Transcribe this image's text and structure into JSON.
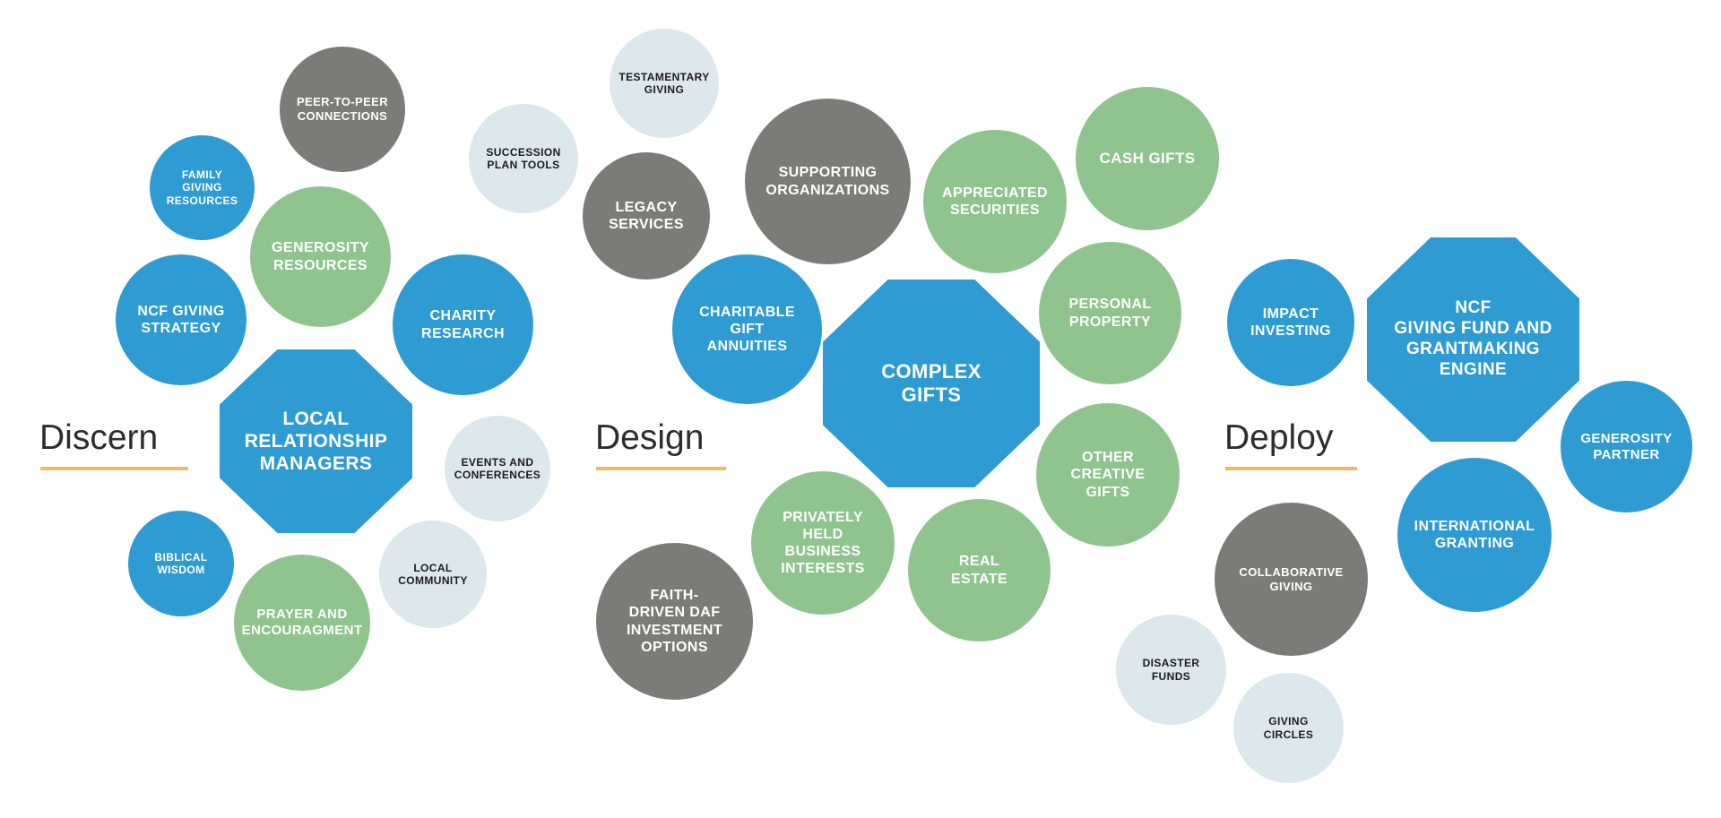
{
  "colors": {
    "blue": "#2e9bd2",
    "green": "#8fc48f",
    "gray": "#7b7c7a",
    "pale": "#dde8ec",
    "phase_underline": "#f2b86a"
  },
  "phases": {
    "discern": "Discern",
    "design": "Design",
    "deploy": "Deploy"
  },
  "discern": {
    "peer_to_peer": "PEER-TO-PEER\nCONNECTIONS",
    "family_giving": "FAMILY\nGIVING\nRESOURCES",
    "generosity_resources": "GENEROSITY\nRESOURCES",
    "ncf_giving_strategy": "NCF GIVING\nSTRATEGY",
    "charity_research": "CHARITY\nRESEARCH",
    "local_relationship_managers": "LOCAL\nRELATIONSHIP\nMANAGERS",
    "events_conferences": "EVENTS AND\nCONFERENCES",
    "biblical_wisdom": "BIBLICAL\nWISDOM",
    "local_community": "LOCAL\nCOMMUNITY",
    "prayer_encouragement": "PRAYER AND\nENCOURAGMENT"
  },
  "design": {
    "testamentary_giving": "TESTAMENTARY\nGIVING",
    "succession_plan_tools": "SUCCESSION\nPLAN TOOLS",
    "legacy_services": "LEGACY\nSERVICES",
    "supporting_organizations": "SUPPORTING\nORGANIZATIONS",
    "appreciated_securities": "APPRECIATED\nSECURITIES",
    "cash_gifts": "CASH GIFTS",
    "charitable_gift_annuities": "CHARITABLE\nGIFT\nANNUITIES",
    "complex_gifts": "COMPLEX\nGIFTS",
    "personal_property": "PERSONAL\nPROPERTY",
    "other_creative_gifts": "OTHER\nCREATIVE\nGIFTS",
    "privately_held": "PRIVATELY\nHELD\nBUSINESS\nINTERESTS",
    "real_estate": "REAL\nESTATE",
    "faith_driven_daf": "FAITH-\nDRIVEN DAF\nINVESTMENT\nOPTIONS"
  },
  "deploy": {
    "impact_investing": "IMPACT\nINVESTING",
    "ncf_giving_fund": "NCF\nGIVING FUND AND\nGRANTMAKING\nENGINE",
    "generosity_partner": "GENEROSITY\nPARTNER",
    "international_granting": "INTERNATIONAL\nGRANTING",
    "collaborative_giving": "COLLABORATIVE\nGIVING",
    "disaster_funds": "DISASTER\nFUNDS",
    "giving_circles": "GIVING\nCIRCLES"
  }
}
